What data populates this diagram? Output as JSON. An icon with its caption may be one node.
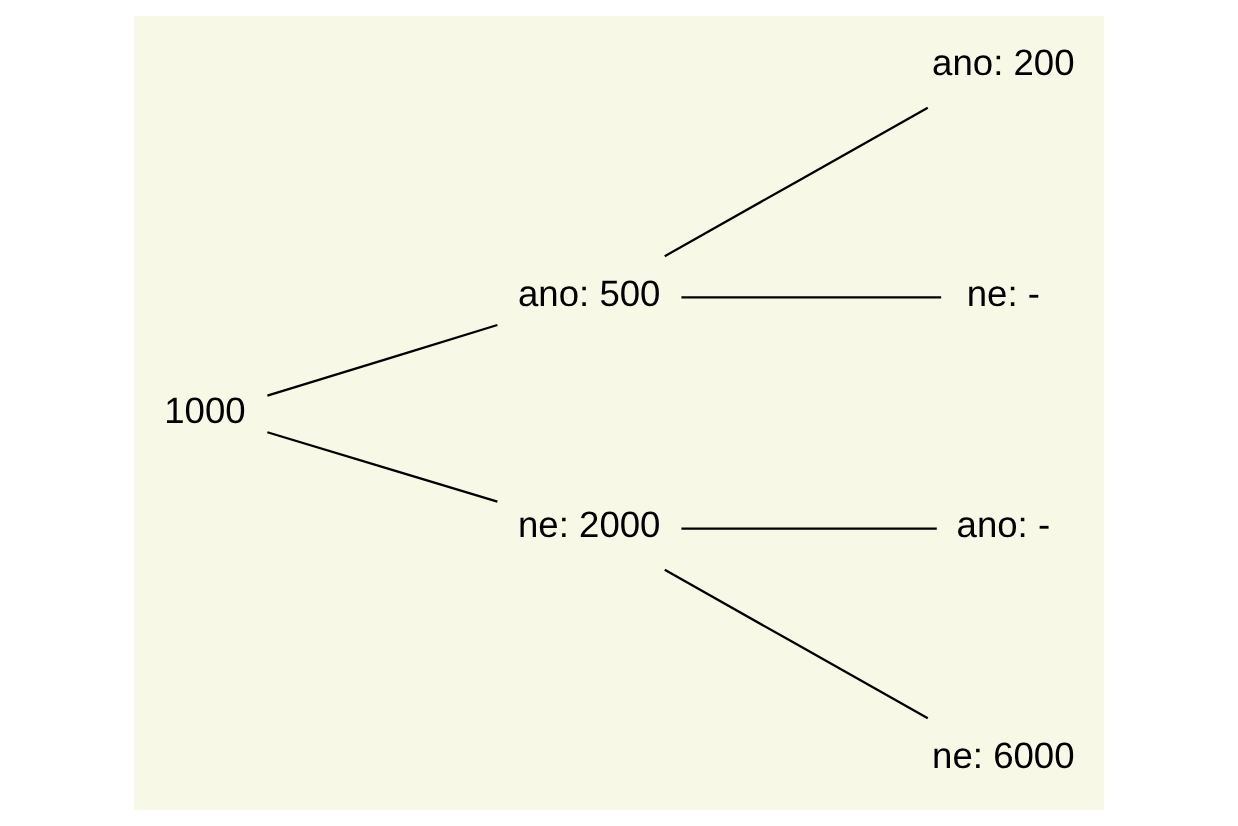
{
  "diagram": {
    "nodes": [
      {
        "text": [
          "1000"
        ]
      },
      {
        "text": [
          "ano: 500"
        ]
      },
      {
        "text": [
          "ne: 2000"
        ]
      },
      {
        "text": [
          "ano: 200"
        ]
      },
      {
        "text": [
          "ne: -"
        ]
      },
      {
        "text": [
          "ano: -"
        ]
      },
      {
        "text": [
          "ne: 6000"
        ]
      }
    ],
    "edges": [
      {
        "from": 0,
        "to": 1,
        "arrow": "none"
      },
      {
        "from": 0,
        "to": 2,
        "arrow": "none"
      },
      {
        "from": 1,
        "to": 3,
        "arrow": "none"
      },
      {
        "from": 1,
        "to": 4,
        "arrow": "none"
      },
      {
        "from": 2,
        "to": 5,
        "arrow": "none"
      },
      {
        "from": 2,
        "to": 6,
        "arrow": "none"
      }
    ]
  }
}
